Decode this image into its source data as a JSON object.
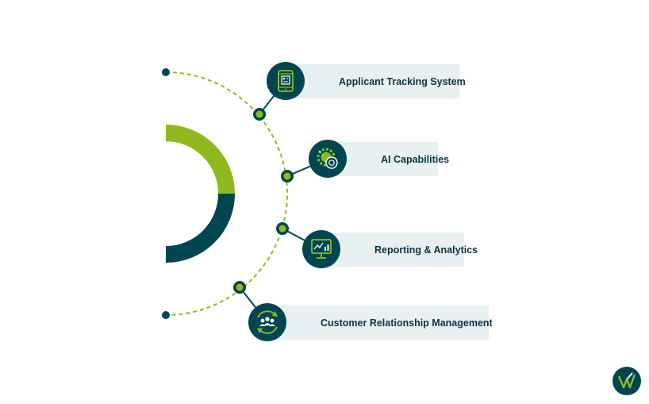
{
  "colors": {
    "dark_teal": "#004651",
    "lime": "#8fba1f",
    "dashed_arc": "#8fba1f",
    "label_bg": "#e8f0f1",
    "label_text": "#0b3440",
    "background": "#ffffff"
  },
  "items": [
    {
      "label": "Applicant Tracking System",
      "icon": "mobile-resume-icon"
    },
    {
      "label": "AI Capabilities",
      "icon": "ai-gear-icon"
    },
    {
      "label": "Reporting & Analytics",
      "icon": "analytics-monitor-icon"
    },
    {
      "label": "Customer Relationship Management",
      "icon": "customer-cycle-icon"
    }
  ],
  "logo": {
    "icon": "brand-logo-icon"
  }
}
